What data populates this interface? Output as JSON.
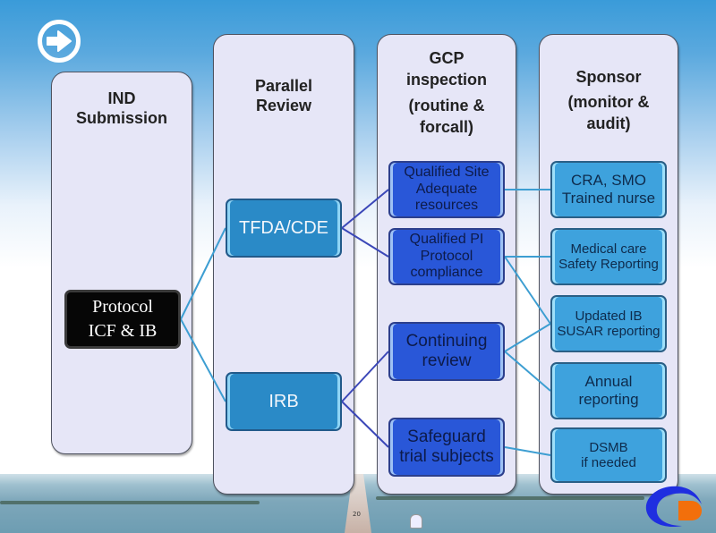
{
  "slide": {
    "page_number": "20",
    "nav_icon": "arrow-right-circle-icon",
    "logo_icon": "company-logo-icon",
    "colors": {
      "background_top": "#3a9bd9",
      "column_fill": "#e6e6f7",
      "root_node": "#060606",
      "review_node": "#2a8ac7",
      "inspection_node": "#2957d8",
      "sponsor_node": "#3ea2dd",
      "link_light": "#3d9ed2",
      "link_dark": "#3b47b8",
      "logo_blue": "#1f2ee0",
      "logo_orange": "#f26f0b"
    }
  },
  "columns": [
    {
      "id": "ind",
      "title": [
        "IND",
        "Submission"
      ]
    },
    {
      "id": "parallel",
      "title": [
        "Parallel",
        "Review"
      ]
    },
    {
      "id": "gcp",
      "title": [
        "GCP",
        "inspection",
        "(routine &",
        "forcall)"
      ]
    },
    {
      "id": "sponsor",
      "title": [
        "Sponsor",
        "(monitor &",
        "audit)"
      ]
    }
  ],
  "nodes": {
    "root": [
      "Protocol",
      "ICF & IB"
    ],
    "tfda": [
      "TFDA/CDE"
    ],
    "irb": [
      "IRB"
    ],
    "site": [
      "Qualified Site",
      "Adequate",
      "resources"
    ],
    "pi": [
      "Qualified PI",
      "Protocol",
      "compliance"
    ],
    "continuing": [
      "Continuing",
      "review"
    ],
    "safeguard": [
      "Safeguard",
      "trial subjects"
    ],
    "cra": [
      "CRA, SMO",
      "Trained nurse"
    ],
    "medical": [
      "Medical care",
      "Safety Reporting"
    ],
    "updated_ib": [
      "Updated IB",
      "SUSAR reporting"
    ],
    "annual": [
      "Annual",
      "reporting"
    ],
    "dsmb": [
      "DSMB",
      "if needed"
    ]
  },
  "links": [
    [
      "root",
      "tfda"
    ],
    [
      "root",
      "irb"
    ],
    [
      "tfda",
      "site"
    ],
    [
      "tfda",
      "pi"
    ],
    [
      "irb",
      "continuing"
    ],
    [
      "irb",
      "safeguard"
    ],
    [
      "site",
      "cra"
    ],
    [
      "pi",
      "medical"
    ],
    [
      "pi",
      "updated_ib"
    ],
    [
      "continuing",
      "updated_ib"
    ],
    [
      "continuing",
      "annual"
    ],
    [
      "safeguard",
      "dsmb"
    ]
  ]
}
